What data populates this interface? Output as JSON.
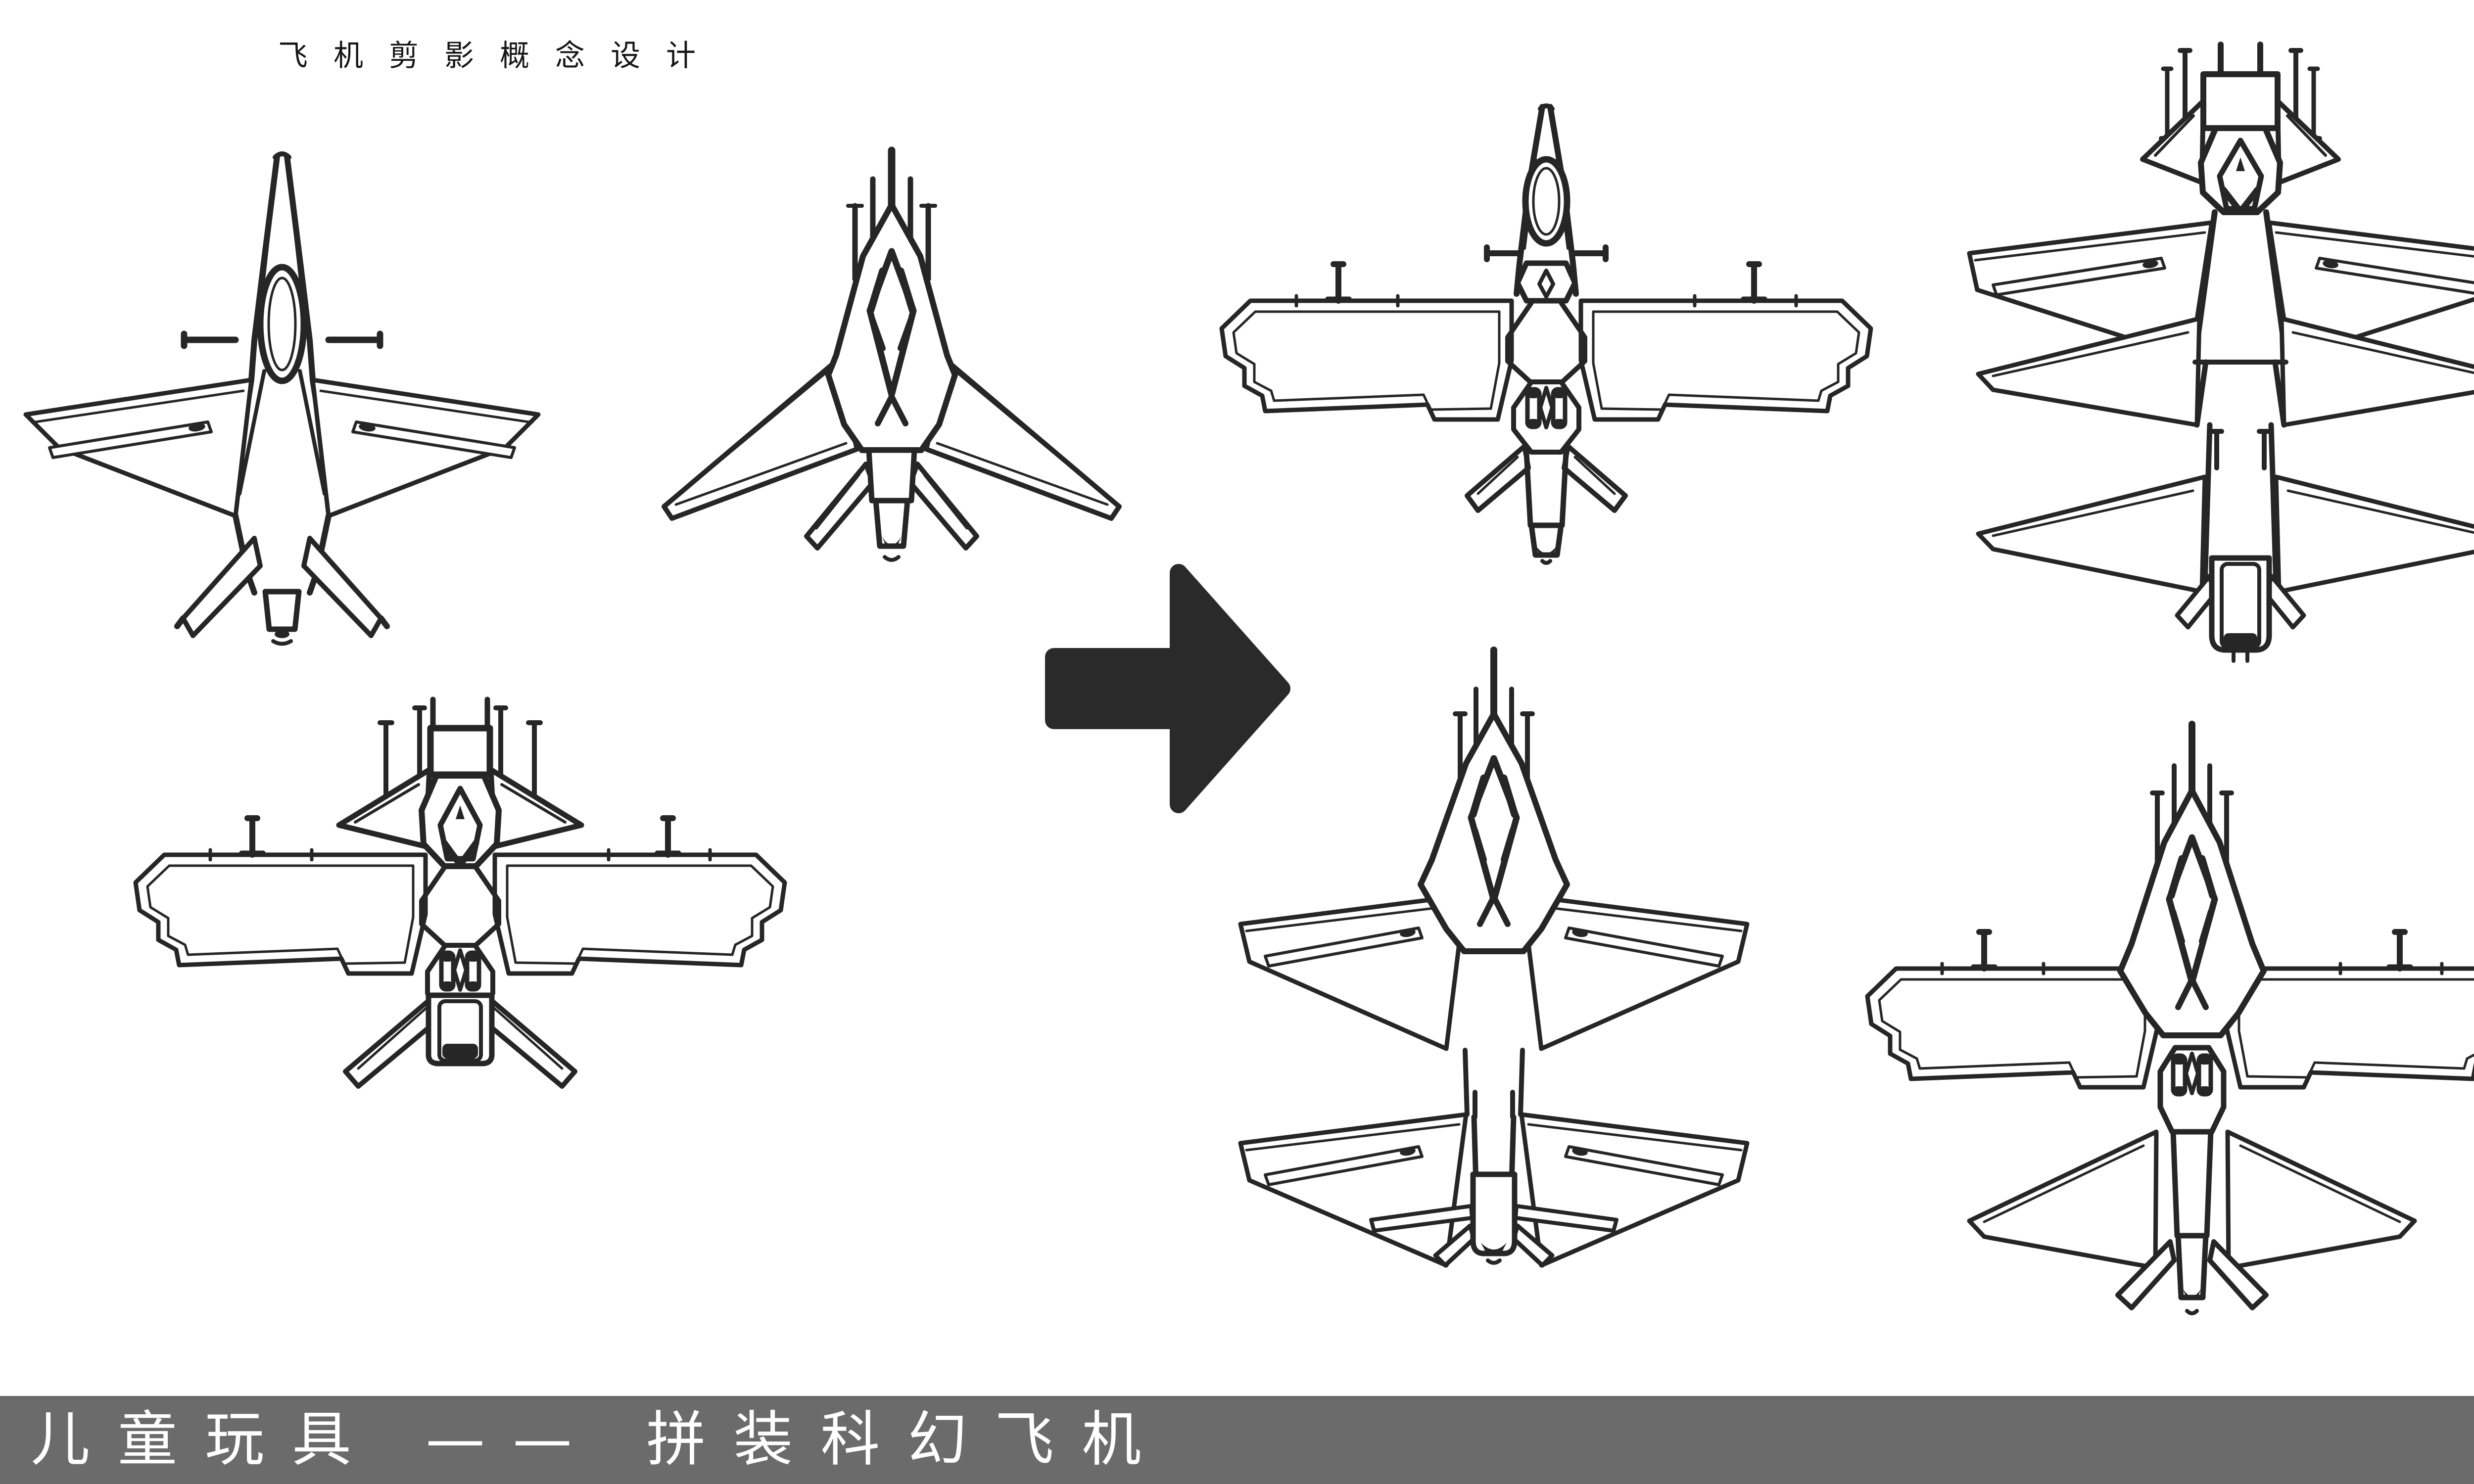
{
  "theme": {
    "bg": "#ffffff",
    "ink": "#262626",
    "arrow": "#2b2a2a",
    "footerBg": "#6b6b6b",
    "footerText": "#ffffff",
    "titleColor": "#161616"
  },
  "header": {
    "title": "飞机剪影概念设计"
  },
  "footer": {
    "caption": "儿童玩具 —— 拼装科幻飞机"
  },
  "arrow": {
    "icon": "right-arrow",
    "meaning": "concept parts transform into assembled toys"
  },
  "aircraft": {
    "left_group": [
      {
        "id": "fighter-jet",
        "icon": "fighter-jet-top-view-line-art"
      },
      {
        "id": "delta-wing-jet",
        "icon": "delta-wing-jet-top-view-line-art"
      },
      {
        "id": "panel-wing-plane",
        "icon": "wide-panel-wing-plane-top-view-line-art"
      }
    ],
    "right_group": [
      {
        "id": "pointed-nose-panel-wing-variant",
        "icon": "assembled-sci-fi-plane-top-view-line-art"
      },
      {
        "id": "multi-wing-dragonfly-variant",
        "icon": "assembled-sci-fi-plane-top-view-line-art"
      },
      {
        "id": "double-swept-wing-variant",
        "icon": "assembled-sci-fi-plane-top-view-line-art"
      },
      {
        "id": "panel-wing-delta-tail-variant",
        "icon": "assembled-sci-fi-plane-top-view-line-art"
      }
    ]
  }
}
